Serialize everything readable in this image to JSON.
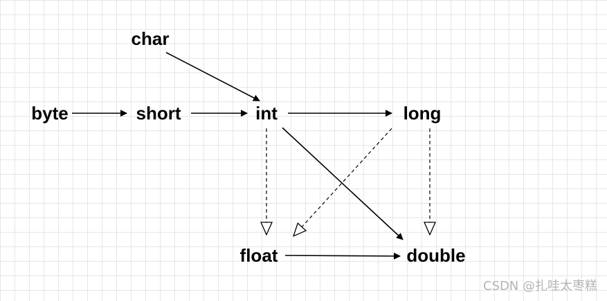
{
  "nodes": {
    "char": "char",
    "byte": "byte",
    "short": "short",
    "int": "int",
    "long": "long",
    "float": "float",
    "double": "double"
  },
  "edges": [
    {
      "from": "char",
      "to": "int",
      "style": "solid"
    },
    {
      "from": "byte",
      "to": "short",
      "style": "solid"
    },
    {
      "from": "short",
      "to": "int",
      "style": "solid"
    },
    {
      "from": "int",
      "to": "long",
      "style": "solid"
    },
    {
      "from": "int",
      "to": "double",
      "style": "solid"
    },
    {
      "from": "float",
      "to": "double",
      "style": "solid"
    },
    {
      "from": "int",
      "to": "float",
      "style": "dashed"
    },
    {
      "from": "long",
      "to": "float",
      "style": "dashed"
    },
    {
      "from": "long",
      "to": "double",
      "style": "dashed"
    }
  ],
  "watermark": "CSDN @扎哇太枣糕",
  "colors": {
    "stroke": "#000000",
    "grid": "#e6e6e6",
    "watermark": "#b3b3b3"
  }
}
